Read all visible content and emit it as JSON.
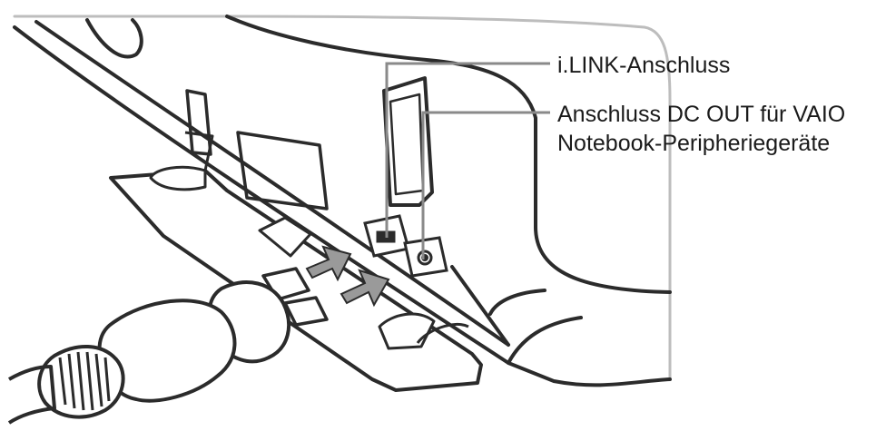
{
  "callouts": {
    "ilink_port": "i.LINK-Anschluss",
    "dc_out_port_line1": "Anschluss DC OUT für VAIO",
    "dc_out_port_line2": "Notebook-Peripheriegeräte"
  },
  "colors": {
    "line": "#2b2b2b",
    "leader": "#8a8a8a",
    "fill": "#ffffff",
    "arrow_gray": "#9a9a9a"
  }
}
